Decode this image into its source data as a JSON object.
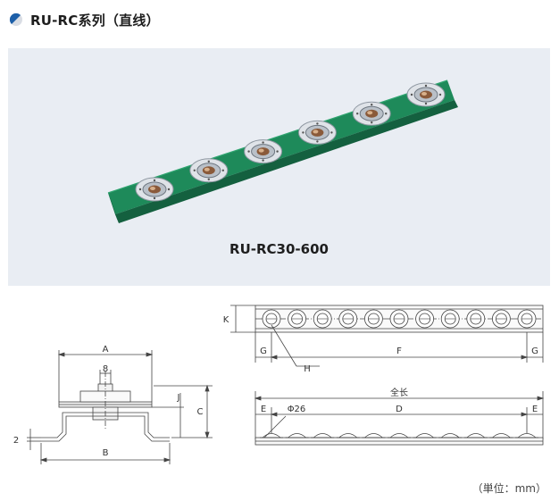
{
  "header": {
    "icon": "blue-half-circle-icon",
    "title": "RU-RC系列（直线）"
  },
  "product": {
    "model": "RU-RC30-600",
    "rail_color": "#1e8a5a",
    "roller_count": 6
  },
  "section_view": {
    "labels": {
      "A": "A",
      "B": "B",
      "C": "C",
      "J": "J",
      "thickness": "2",
      "width": "8"
    }
  },
  "top_view": {
    "labels": {
      "K": "K",
      "G_left": "G",
      "F": "F",
      "G_right": "G",
      "H": "H"
    },
    "roller_count": 11
  },
  "side_view": {
    "labels": {
      "total_length": "全长",
      "E_left": "E",
      "diameter": "Φ26",
      "D": "D",
      "E_right": "E"
    },
    "roller_count": 11
  },
  "footer": {
    "unit_note": "（単位：mm）"
  }
}
